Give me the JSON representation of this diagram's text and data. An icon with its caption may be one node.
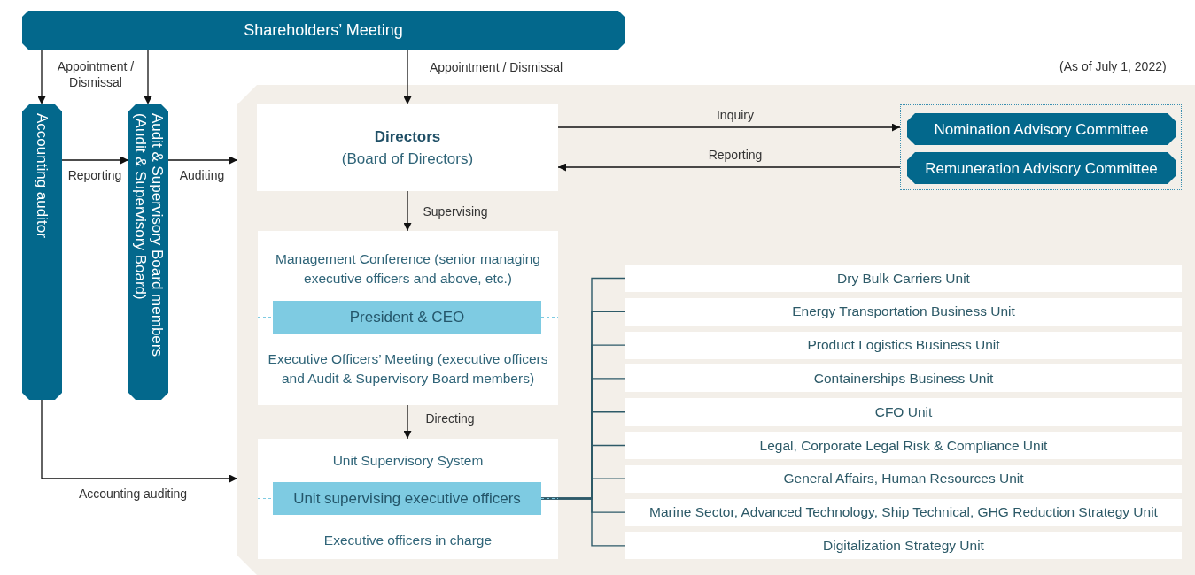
{
  "diagram": {
    "nodes": [
      {
        "text": [
          "Shareholders’ Meeting"
        ]
      },
      {
        "text": [
          "Accounting auditor"
        ]
      },
      {
        "text": [
          "Audit & Supervisory Board members (Audit & Supervisory Board)"
        ]
      },
      {
        "text": [],
        "shape": "box"
      },
      {
        "text": [
          "Directors",
          "(Board of Directors)"
        ],
        "in": 3
      },
      {
        "text": [],
        "shape": "box",
        "in": 3
      },
      {
        "text": [
          "Nomination Advisory Committee"
        ],
        "in": 5
      },
      {
        "text": [
          "Remuneration Advisory Committee"
        ],
        "in": 5
      },
      {
        "text": [
          "Management Conference (senior managing executive officers and above, etc.)",
          "Executive Officers’ Meeting (executive officers and Audit & Supervisory Board members)"
        ],
        "in": 3
      },
      {
        "text": [
          "President & CEO"
        ],
        "in": 8
      },
      {
        "text": [
          "Unit Supervisory System",
          "Executive officers in charge"
        ],
        "in": 3
      },
      {
        "text": [
          "Unit supervising executive officers"
        ],
        "in": 10
      },
      {
        "text": [
          "Dry Bulk Carriers Unit"
        ],
        "in": 3
      },
      {
        "text": [
          "Energy Transportation Business Unit"
        ],
        "in": 3
      },
      {
        "text": [
          "Product Logistics Business Unit"
        ],
        "in": 3
      },
      {
        "text": [
          "Containerships Business Unit"
        ],
        "in": 3
      },
      {
        "text": [
          "CFO Unit"
        ],
        "in": 3
      },
      {
        "text": [
          "Legal, Corporate Legal Risk & Compliance Unit"
        ],
        "in": 3
      },
      {
        "text": [
          "General Affairs, Human Resources Unit"
        ],
        "in": 3
      },
      {
        "text": [
          "Marine Sector, Advanced Technology, Ship Technical, GHG Reduction Strategy Unit"
        ],
        "in": 3
      },
      {
        "text": [
          "Digitalization Strategy Unit"
        ],
        "in": 3
      }
    ],
    "edges": [
      {
        "from": 0,
        "to": 1,
        "arrow": "to",
        "label": "Appointment / Dismissal"
      },
      {
        "from": 0,
        "to": 2,
        "arrow": "to"
      },
      {
        "from": 0,
        "to": 4,
        "arrow": "to",
        "label": "Appointment / Dismissal"
      },
      {
        "from": 1,
        "to": 2,
        "arrow": "to",
        "label": "Reporting"
      },
      {
        "from": 2,
        "to": 3,
        "arrow": "to",
        "label": "Auditing"
      },
      {
        "from": 1,
        "to": 3,
        "arrow": "to",
        "label": "Accounting auditing"
      },
      {
        "from": 4,
        "to": 5,
        "arrow": "to",
        "label": "Inquiry"
      },
      {
        "from": 5,
        "to": 4,
        "arrow": "to",
        "label": "Reporting"
      },
      {
        "from": 4,
        "to": 8,
        "arrow": "to",
        "label": "Supervising"
      },
      {
        "from": 8,
        "to": 10,
        "arrow": "to",
        "label": "Directing"
      },
      {
        "from": 11,
        "to": 12,
        "arrow": "none",
        "color": "#2d5a68"
      },
      {
        "from": 11,
        "to": 13,
        "arrow": "none",
        "color": "#2d5a68"
      },
      {
        "from": 11,
        "to": 14,
        "arrow": "none",
        "color": "#2d5a68"
      },
      {
        "from": 11,
        "to": 15,
        "arrow": "none",
        "color": "#2d5a68"
      },
      {
        "from": 11,
        "to": 16,
        "arrow": "none",
        "color": "#2d5a68"
      },
      {
        "from": 11,
        "to": 17,
        "arrow": "none",
        "color": "#2d5a68"
      },
      {
        "from": 11,
        "to": 18,
        "arrow": "none",
        "color": "#2d5a68"
      },
      {
        "from": 11,
        "to": 19,
        "arrow": "none",
        "color": "#2d5a68"
      },
      {
        "from": 11,
        "to": 20,
        "arrow": "none",
        "color": "#2d5a68"
      }
    ],
    "labels": [
      "(As of July 1, 2022)"
    ]
  }
}
